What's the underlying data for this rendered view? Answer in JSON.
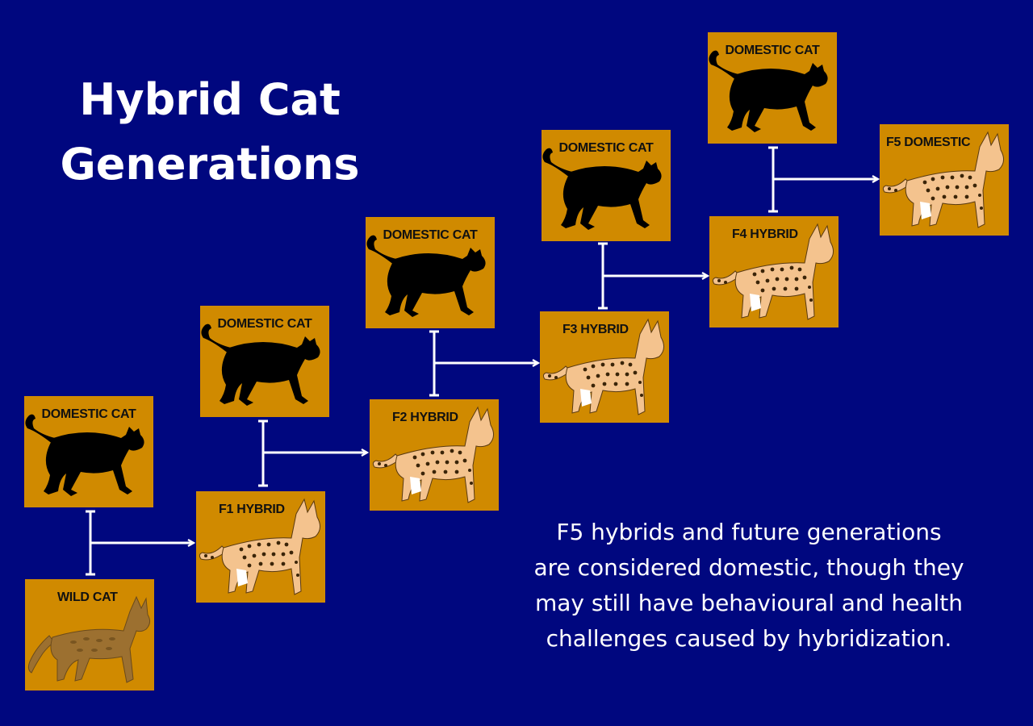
{
  "title": {
    "line1": "Hybrid Cat",
    "line2": "Generations"
  },
  "note": {
    "line1": "F5 hybrids and future generations",
    "line2": "are considered domestic, though they",
    "line3": "may still have behavioural and health",
    "line4": "challenges caused by hybridization."
  },
  "cards": {
    "wild": "WILD CAT",
    "domestic_1": "DOMESTIC CAT",
    "f1": "F1 HYBRID",
    "domestic_2": "DOMESTIC CAT",
    "f2": "F2 HYBRID",
    "domestic_3": "DOMESTIC CAT",
    "f3": "F3 HYBRID",
    "domestic_4": "DOMESTIC CAT",
    "f4": "F4 HYBRID",
    "domestic_5": "DOMESTIC CAT",
    "f5": "F5 DOMESTIC"
  },
  "colors": {
    "background": "#00077f",
    "card": "#d08a00",
    "domestic_silhouette": "#000000",
    "hybrid_coat": "#f4c38e",
    "wild_coat": "#9c7030",
    "connector": "#ffffff"
  }
}
